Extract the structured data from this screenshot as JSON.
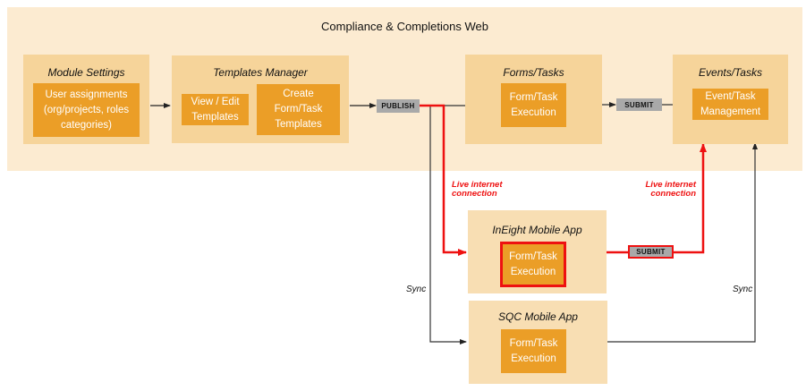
{
  "diagram": {
    "title": "Compliance & Completions Web",
    "colors": {
      "background": "#fcebd1",
      "group": "#f6d49a",
      "tile": "#eb9e27",
      "badge": "#a9a9a9",
      "live": "#ee1111"
    },
    "groups": {
      "module_settings": {
        "title": "Module Settings",
        "tiles": [
          {
            "lines": [
              "User assignments",
              "(org/projects, roles",
              "categories)"
            ]
          }
        ]
      },
      "templates_manager": {
        "title": "Templates Manager",
        "tiles": [
          {
            "lines": [
              "View / Edit",
              "Templates"
            ]
          },
          {
            "lines": [
              "Create",
              "Form/Task",
              "Templates"
            ]
          }
        ]
      },
      "forms_tasks": {
        "title": "Forms/Tasks",
        "tiles": [
          {
            "lines": [
              "Form/Task",
              "Execution"
            ]
          }
        ]
      },
      "events_tasks": {
        "title": "Events/Tasks",
        "tiles": [
          {
            "lines": [
              "Event/Task",
              "Management"
            ]
          }
        ]
      },
      "ineight_app": {
        "title": "InEight Mobile App",
        "tiles": [
          {
            "lines": [
              "Form/Task",
              "Execution"
            ]
          }
        ]
      },
      "sqc_app": {
        "title": "SQC Mobile App",
        "tiles": [
          {
            "lines": [
              "Form/Task",
              "Execution"
            ]
          }
        ]
      }
    },
    "badges": {
      "publish": "PUBLISH",
      "submit_web": "SUBMIT",
      "submit_mobile": "SUBMIT"
    },
    "labels": {
      "live_left": [
        "Live internet",
        "connection"
      ],
      "live_right": [
        "Live internet",
        "connection"
      ],
      "sync_left": "Sync",
      "sync_right": "Sync"
    }
  }
}
